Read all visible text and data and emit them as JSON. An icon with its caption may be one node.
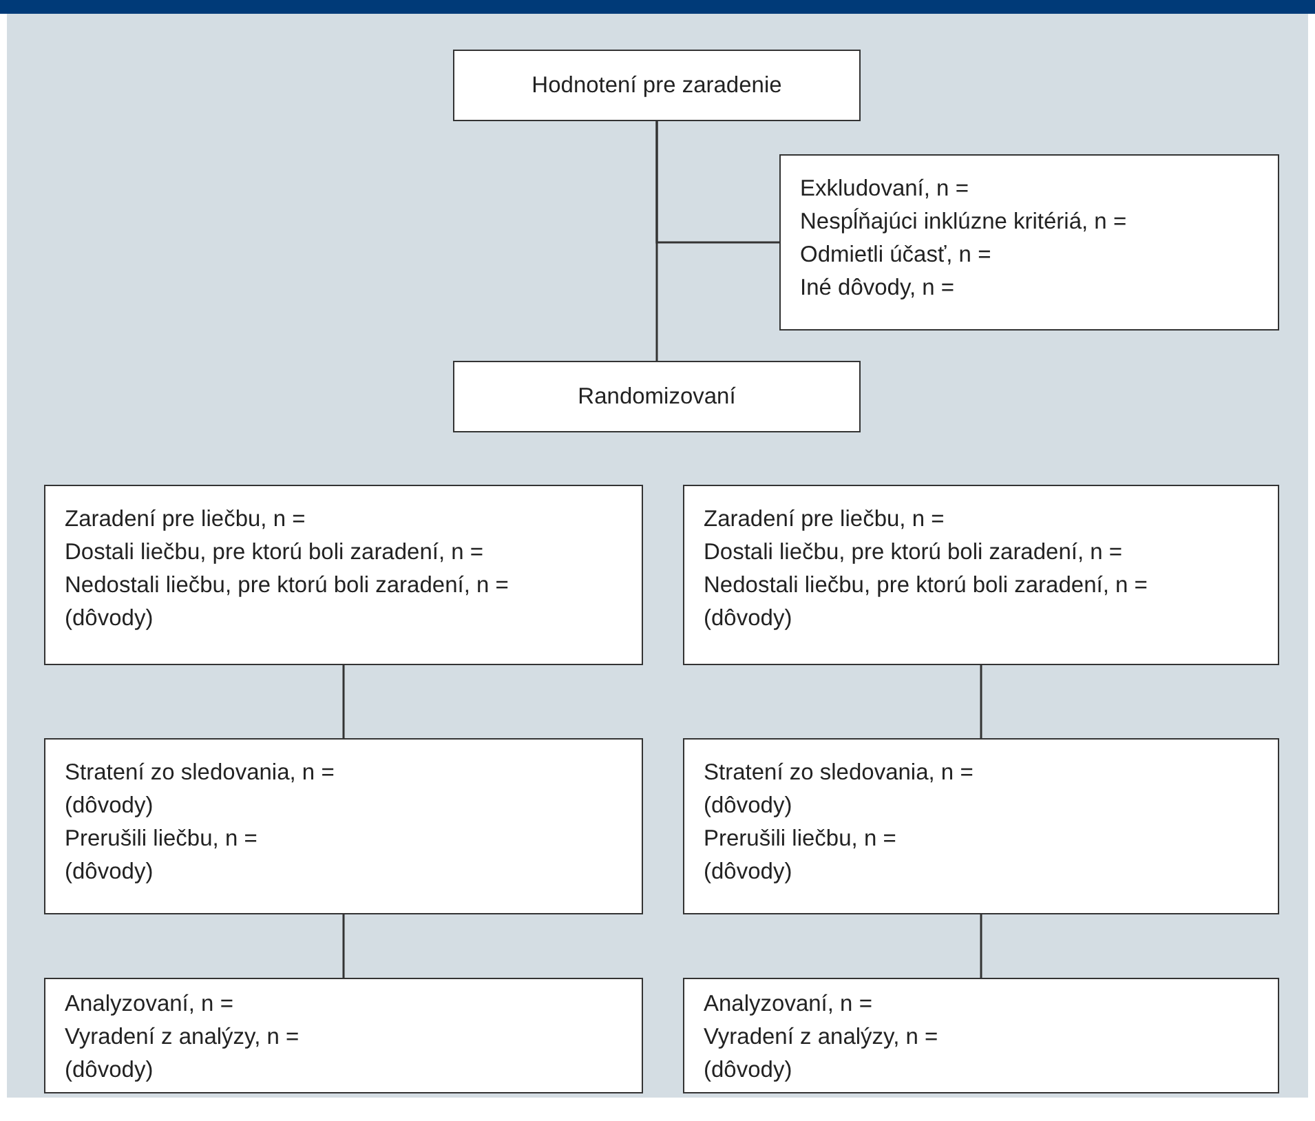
{
  "diagram": {
    "nodes": [
      {
        "text": [
          "Hodnotení pre zaradenie"
        ]
      },
      {
        "text": [
          "Exkludovaní, n =",
          "Nespĺňajúci inklúzne kritériá, n =",
          "Odmietli účasť, n =",
          "Iné dôvody, n ="
        ]
      },
      {
        "text": [
          "Randomizovaní"
        ]
      },
      {
        "text": [
          "Zaradení pre liečbu, n =",
          "Dostali liečbu, pre ktorú boli zaradení, n =",
          "Nedostali liečbu, pre ktorú boli zaradení, n =",
          "(dôvody)"
        ]
      },
      {
        "text": [
          "Zaradení pre liečbu, n =",
          "Dostali liečbu, pre ktorú boli zaradení, n =",
          "Nedostali liečbu, pre ktorú boli zaradení, n =",
          "(dôvody)"
        ]
      },
      {
        "text": [
          "Stratení zo sledovania, n =",
          "(dôvody)",
          "Prerušili liečbu, n =",
          "(dôvody)"
        ]
      },
      {
        "text": [
          "Stratení zo sledovania, n =",
          "(dôvody)",
          "Prerušili liečbu, n =",
          "(dôvody)"
        ]
      },
      {
        "text": [
          "Analyzovaní, n =",
          "Vyradení z analýzy, n =",
          "(dôvody)"
        ]
      },
      {
        "text": [
          "Analyzovaní, n =",
          "Vyradení z analýzy, n =",
          "(dôvody)"
        ]
      }
    ],
    "edges": [
      {
        "from": 0,
        "to": 2,
        "arrow": "none"
      },
      {
        "from": 0,
        "to": 1,
        "arrow": "none"
      },
      {
        "from": 3,
        "to": 5,
        "arrow": "none"
      },
      {
        "from": 5,
        "to": 7,
        "arrow": "none"
      },
      {
        "from": 4,
        "to": 6,
        "arrow": "none"
      },
      {
        "from": 6,
        "to": 8,
        "arrow": "none"
      }
    ]
  }
}
